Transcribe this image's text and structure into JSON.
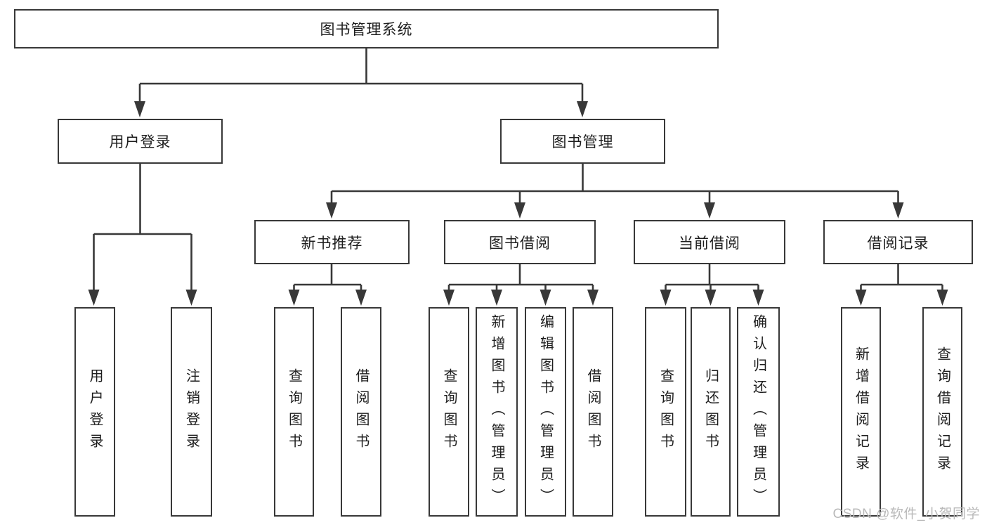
{
  "tree": {
    "root": {
      "label": "图书管理系统"
    },
    "branches": [
      {
        "label": "用户登录",
        "children": [
          {
            "label": "用户登录"
          },
          {
            "label": "注销登录"
          }
        ]
      },
      {
        "label": "图书管理",
        "children": [
          {
            "label": "新书推荐",
            "children": [
              {
                "label": "查询图书"
              },
              {
                "label": "借阅图书"
              }
            ]
          },
          {
            "label": "图书借阅",
            "children": [
              {
                "label": "查询图书"
              },
              {
                "label": "新增图书（管理员）"
              },
              {
                "label": "编辑图书（管理员）"
              },
              {
                "label": "借阅图书"
              }
            ]
          },
          {
            "label": "当前借阅",
            "children": [
              {
                "label": "查询图书"
              },
              {
                "label": "归还图书"
              },
              {
                "label": "确认归还（管理员）"
              }
            ]
          },
          {
            "label": "借阅记录",
            "children": [
              {
                "label": "新增借阅记录"
              },
              {
                "label": "查询借阅记录"
              }
            ]
          }
        ]
      }
    ]
  },
  "watermark": {
    "text": "CSDN @软件_小贺同学"
  },
  "colors": {
    "line": "#383838",
    "box_border": "#383838",
    "text": "#1d1d1d",
    "watermark": "#b9b9b9",
    "background": "#ffffff"
  }
}
